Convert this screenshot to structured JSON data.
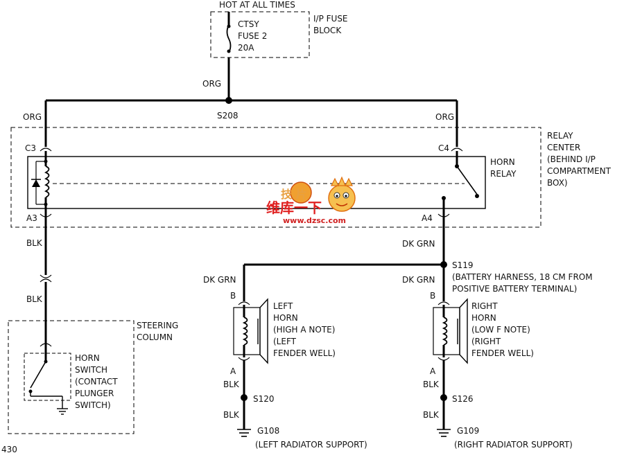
{
  "fuse": {
    "hot_label": "HOT AT ALL TIMES",
    "line1": "CTSY",
    "line2": "FUSE 2",
    "line3": "20A",
    "block_line1": "I/P FUSE",
    "block_line2": "BLOCK"
  },
  "wires": {
    "org_top": "ORG",
    "org_left": "ORG",
    "org_right": "ORG",
    "blk_upper": "BLK",
    "blk_lower": "BLK",
    "dk_grn_top": "DK GRN",
    "dk_grn_left": "DK GRN",
    "dk_grn_right": "DK GRN",
    "blk_left_horn_upper": "BLK",
    "blk_left_horn_lower": "BLK",
    "blk_right_horn_upper": "BLK",
    "blk_right_horn_lower": "BLK"
  },
  "splices": {
    "s208": "S208",
    "s119": "S119",
    "s119_desc1": "(BATTERY HARNESS, 18 CM FROM",
    "s119_desc2": "POSITIVE BATTERY TERMINAL)",
    "s120": "S120",
    "s126": "S126"
  },
  "relay_center": {
    "line1": "RELAY",
    "line2": "CENTER",
    "line3": "(BEHIND I/P",
    "line4": "COMPARTMENT",
    "line5": "BOX)",
    "c3": "C3",
    "c4": "C4",
    "a3": "A3",
    "a4": "A4",
    "relay_line1": "HORN",
    "relay_line2": "RELAY"
  },
  "steering": {
    "line1": "STEERING",
    "line2": "COLUMN",
    "switch_line1": "HORN",
    "switch_line2": "SWITCH",
    "switch_line3": "(CONTACT",
    "switch_line4": "PLUNGER",
    "switch_line5": "SWITCH)"
  },
  "left_horn": {
    "pin_b": "B",
    "pin_a": "A",
    "line1": "LEFT",
    "line2": "HORN",
    "line3": "(HIGH A NOTE)",
    "line4": "(LEFT",
    "line5": "FENDER WELL)"
  },
  "right_horn": {
    "pin_b": "B",
    "pin_a": "A",
    "line1": "RIGHT",
    "line2": "HORN",
    "line3": "(LOW F NOTE)",
    "line4": "(RIGHT",
    "line5": "FENDER WELL)"
  },
  "grounds": {
    "g108": "G108",
    "g108_desc": "(LEFT RADIATOR SUPPORT)",
    "g109": "G109",
    "g109_desc": "(RIGHT RADIATOR SUPPORT)"
  },
  "watermark": {
    "line1": "维库一下",
    "line2": "www.dzsc.com",
    "chars": "技  片"
  },
  "page_number": "430"
}
